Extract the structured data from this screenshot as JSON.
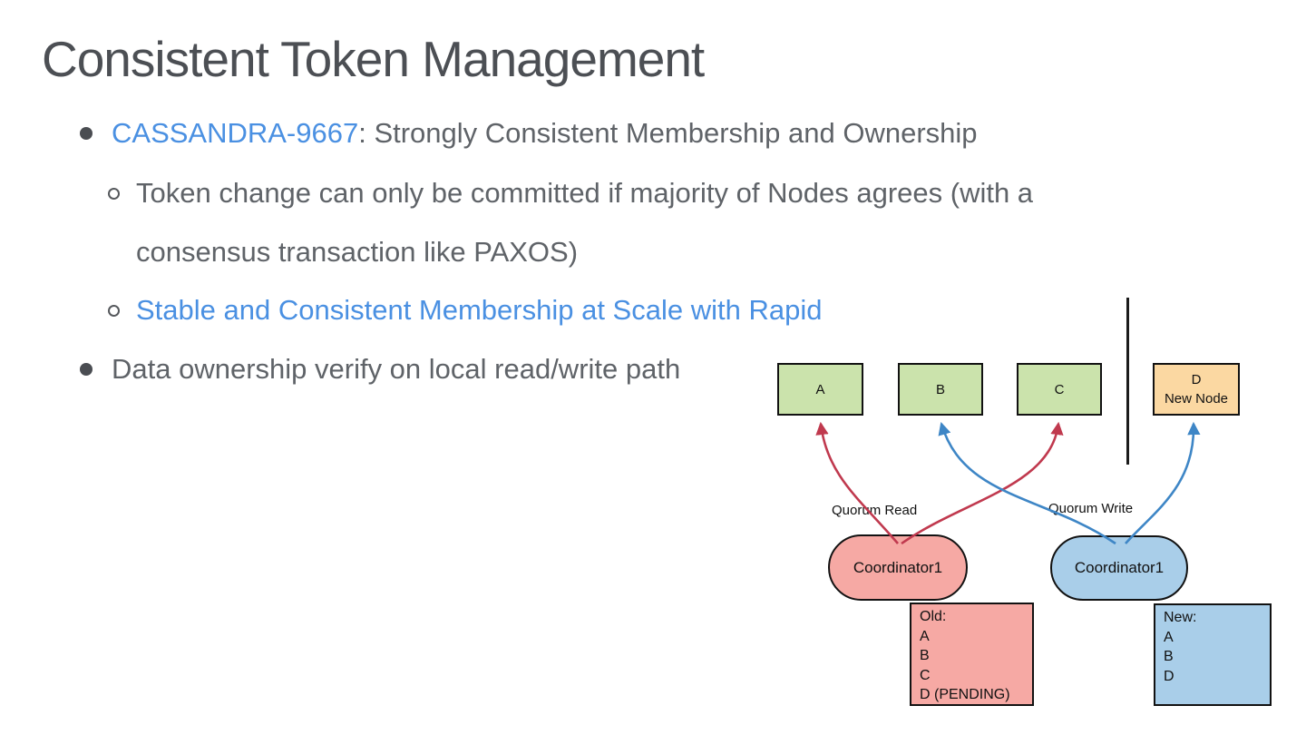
{
  "slide": {
    "title": "Consistent Token Management",
    "bullets": {
      "b1_link": "CASSANDRA-9667",
      "b1_rest": ": Strongly Consistent Membership and Ownership",
      "b2_line1": "Token change can only be committed if majority of Nodes agrees (with a",
      "b2_line2": "consensus transaction like PAXOS)",
      "b3": "Stable and Consistent Membership at Scale with Rapid",
      "b4": "Data ownership verify on local read/write path"
    }
  },
  "diagram": {
    "nodes": {
      "a": "A",
      "b": "B",
      "c": "C",
      "d_line1": "D",
      "d_line2": "New Node"
    },
    "read_label": "Quorum Read",
    "write_label": "Quorum Write",
    "read_coordinator": "Coordinator1",
    "write_coordinator": "Coordinator1",
    "old_list": [
      "Old:",
      "A",
      "B",
      "C",
      "D (PENDING)"
    ],
    "new_list": [
      "New:",
      "A",
      "B",
      "D"
    ]
  },
  "colors": {
    "title_text": "#4c4f54",
    "body_text": "#5f6368",
    "accent_blue": "#4a90e2",
    "node_green": "#cbe3ac",
    "node_orange": "#fbd8a2",
    "coordinator_pink": "#f6a9a4",
    "coordinator_light_blue": "#a9cee9",
    "arrow_red": "#c0394e",
    "arrow_blue": "#3e86c6",
    "outline_black": "#121212"
  }
}
